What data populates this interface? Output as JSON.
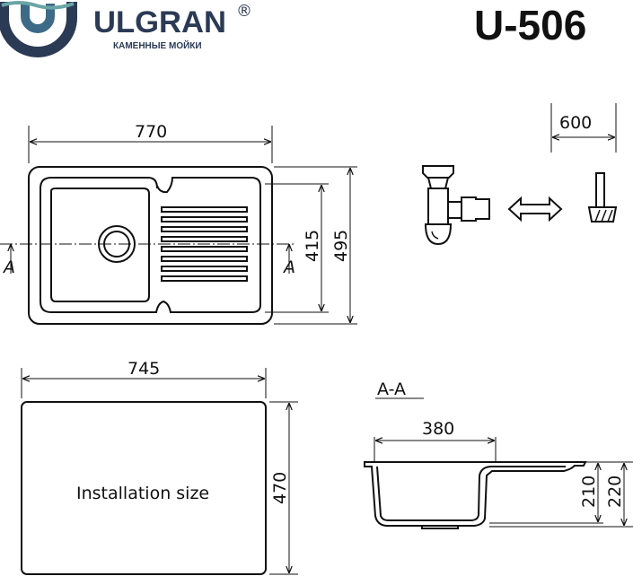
{
  "header": {
    "brand": "ULGRAN",
    "registered": "®",
    "tagline": "КАМЕННЫЕ МОЙКИ",
    "model": "U-506",
    "brand_color": "#2b3a55"
  },
  "plan_view": {
    "width_label": "770",
    "bowl_depth_label": "415",
    "depth_label": "495",
    "section_marker": "A"
  },
  "siphon": {
    "cabinet_width_label": "600"
  },
  "cutout": {
    "width_label": "745",
    "depth_label": "470",
    "caption": "Installation size"
  },
  "section": {
    "title": "A-A",
    "bowl_width_label": "380",
    "bowl_depth_label": "210",
    "total_depth_label": "220"
  }
}
